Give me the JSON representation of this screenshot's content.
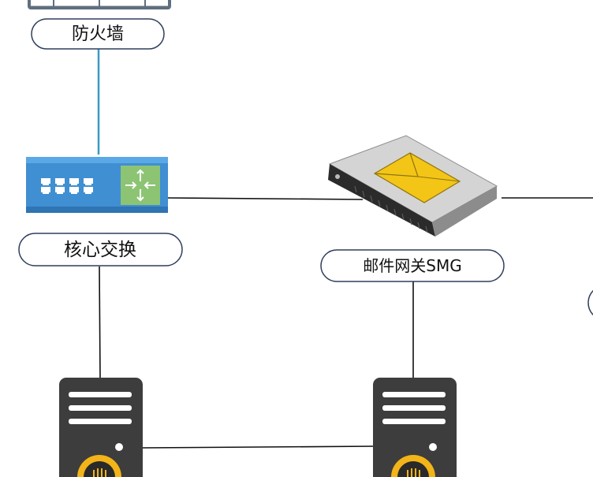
{
  "nodes": {
    "firewall": {
      "label": "防火墙",
      "icon": "firewall-icon"
    },
    "core_switch": {
      "label": "核心交换",
      "icon": "switch-icon"
    },
    "mail_gateway": {
      "label": "邮件网关SMG",
      "icon": "mail-gateway-appliance-icon"
    },
    "server_left": {
      "icon": "server-icon"
    },
    "server_right": {
      "icon": "server-icon"
    }
  },
  "colors": {
    "firewall_link": "#3a9cc3",
    "link": "#111111",
    "switch_body": "#3f8fd2",
    "switch_panel": "#8cc474",
    "server_body": "#3d3d3d",
    "server_badge": "#f2b418",
    "mail_envelope": "#f3c516"
  }
}
